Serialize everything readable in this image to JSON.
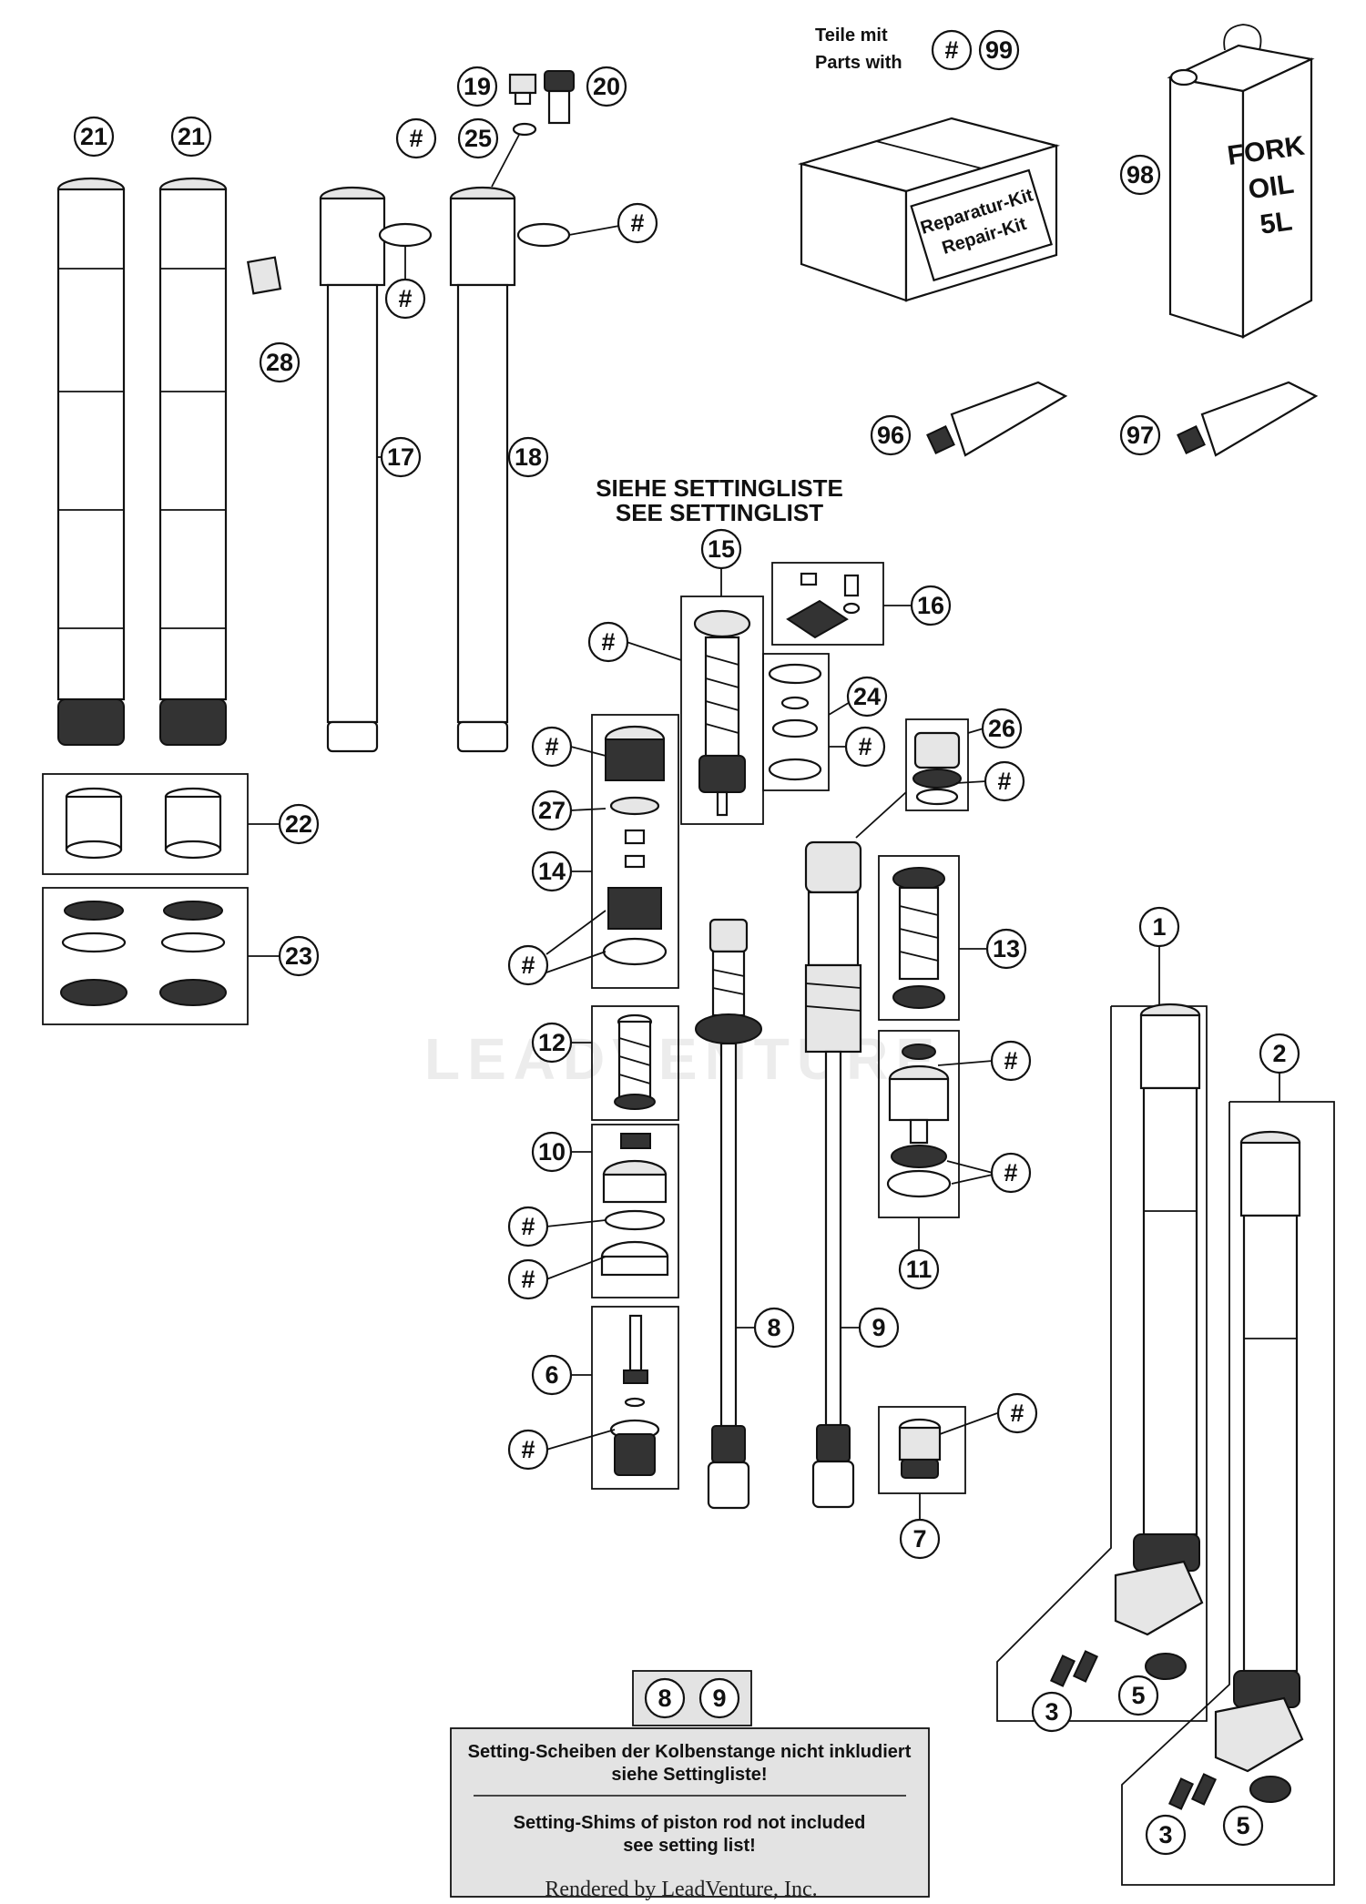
{
  "header": {
    "teile_mit": "Teile mit",
    "parts_with": "Parts with",
    "hash": "#",
    "kit_ref": "99"
  },
  "setting_title": {
    "line1": "SIEHE SETTINGLISTE",
    "line2": "SEE SETTINGLIST"
  },
  "repair_kit": {
    "line1": "Reparatur-Kit",
    "line2": "Repair-Kit"
  },
  "oil_can": {
    "line1": "FORK",
    "line2": "OIL",
    "line3": "5L"
  },
  "callouts": {
    "c1": "1",
    "c2": "2",
    "c3a": "3",
    "c3b": "3",
    "c5a": "5",
    "c5b": "5",
    "c6": "6",
    "c7": "7",
    "c8": "8",
    "c9": "9",
    "c10": "10",
    "c11": "11",
    "c12": "12",
    "c13": "13",
    "c14": "14",
    "c15": "15",
    "c16": "16",
    "c17": "17",
    "c18": "18",
    "c19": "19",
    "c20": "20",
    "c21a": "21",
    "c21b": "21",
    "c22": "22",
    "c23": "23",
    "c24": "24",
    "c25": "25",
    "c26": "26",
    "c27": "27",
    "c28": "28",
    "c96": "96",
    "c97": "97",
    "c98": "98",
    "hash": "#"
  },
  "note": {
    "ref_a": "8",
    "ref_b": "9",
    "de_line1": "Setting-Scheiben der Kolbenstange nicht inkludiert",
    "de_line2": "siehe Settingliste!",
    "en_line1": "Setting-Shims of piston rod not included",
    "en_line2": "see setting list!"
  },
  "watermark": "LEADVENTURE",
  "footer": "Rendered by LeadVenture, Inc."
}
